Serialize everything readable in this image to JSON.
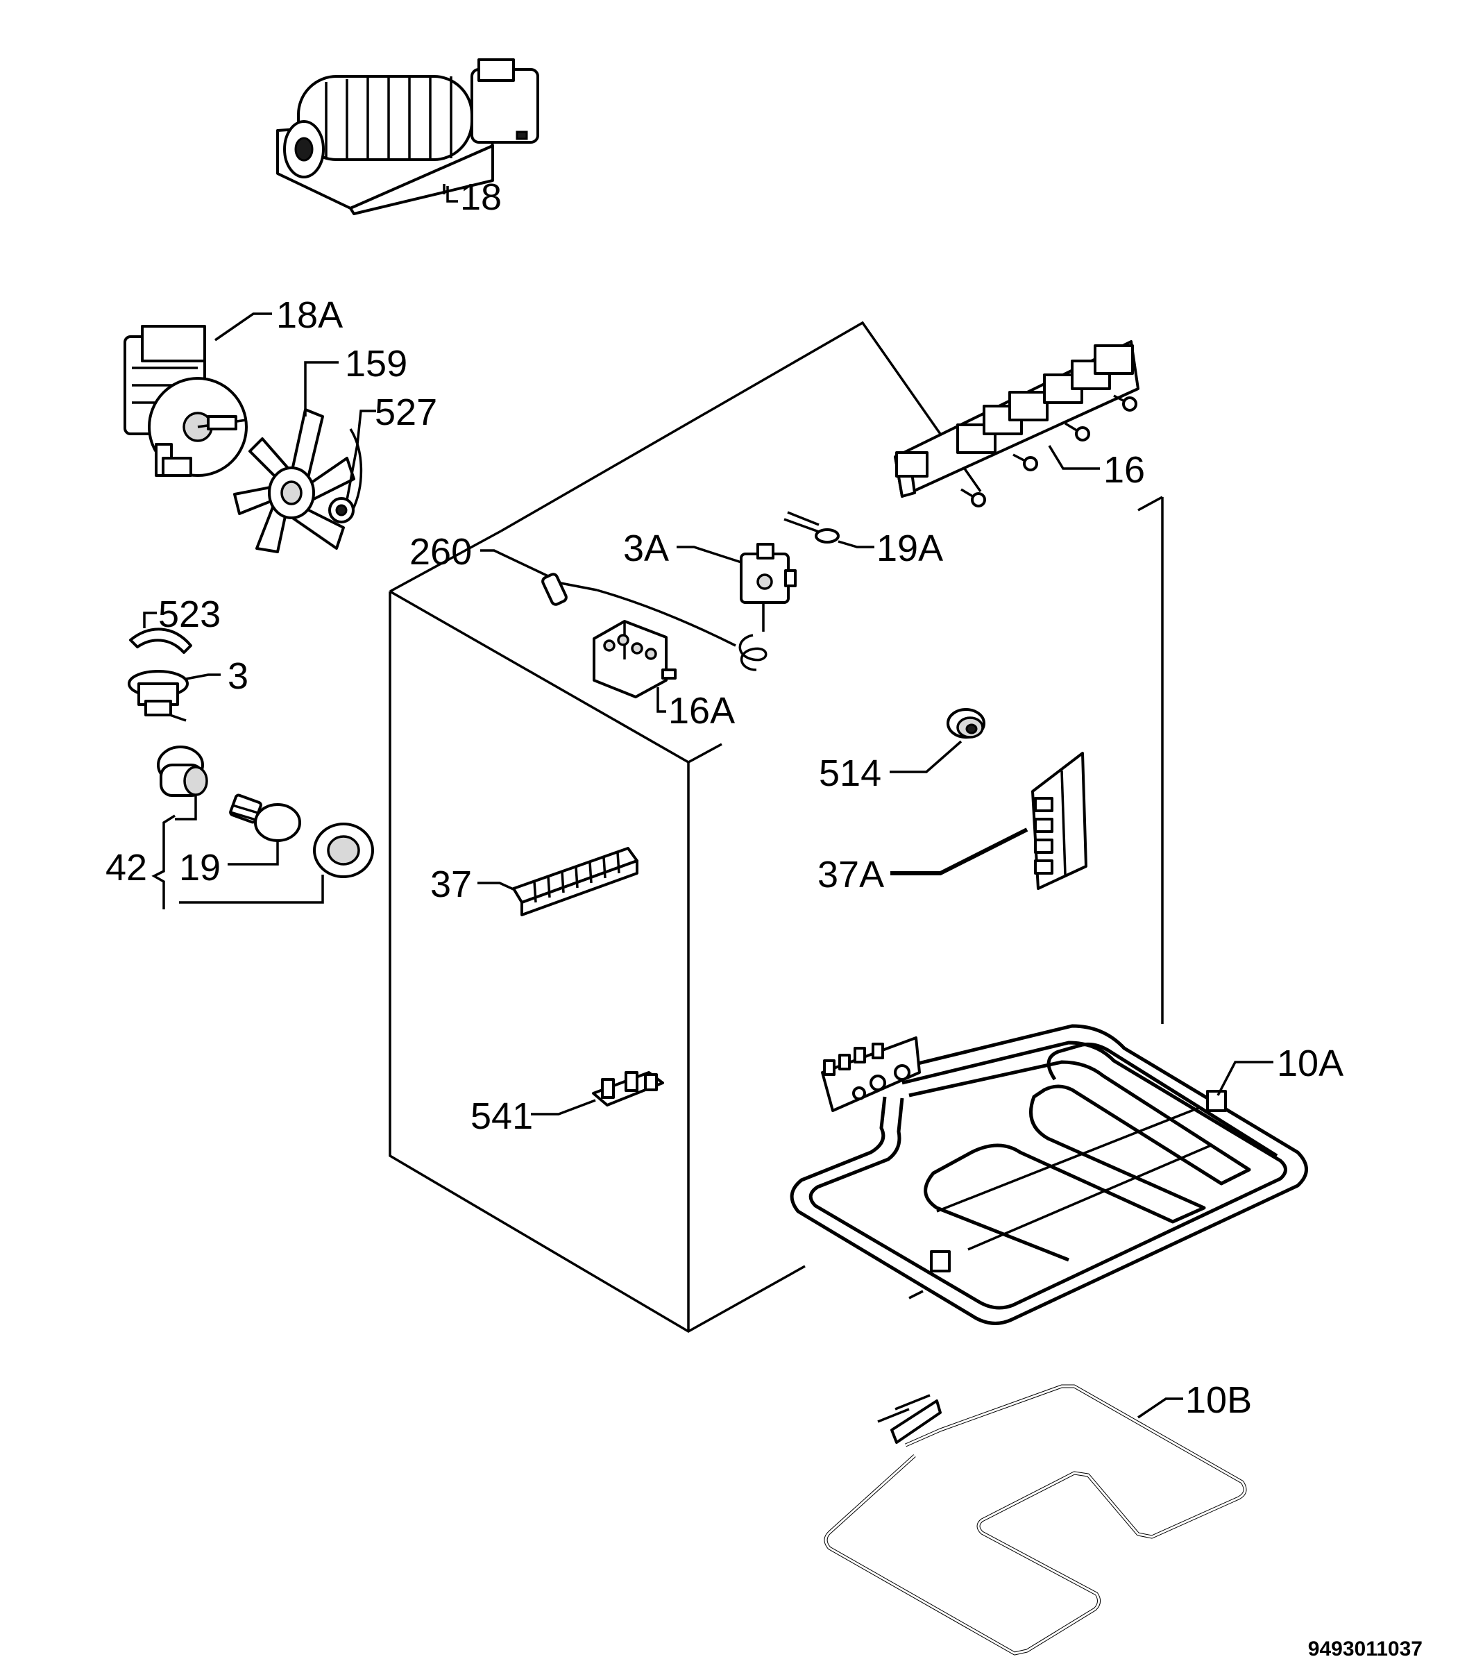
{
  "labels": {
    "p18": "18",
    "p18a": "18A",
    "p159": "159",
    "p527": "527",
    "p260": "260",
    "p3a": "3A",
    "p19a": "19A",
    "p16": "16",
    "p523": "523",
    "p3": "3",
    "p16a": "16A",
    "p514": "514",
    "p42": "42",
    "p19": "19",
    "p37": "37",
    "p37a": "37A",
    "p10a": "10A",
    "p541": "541",
    "p10b": "10B"
  },
  "reference_number": "9493011037"
}
